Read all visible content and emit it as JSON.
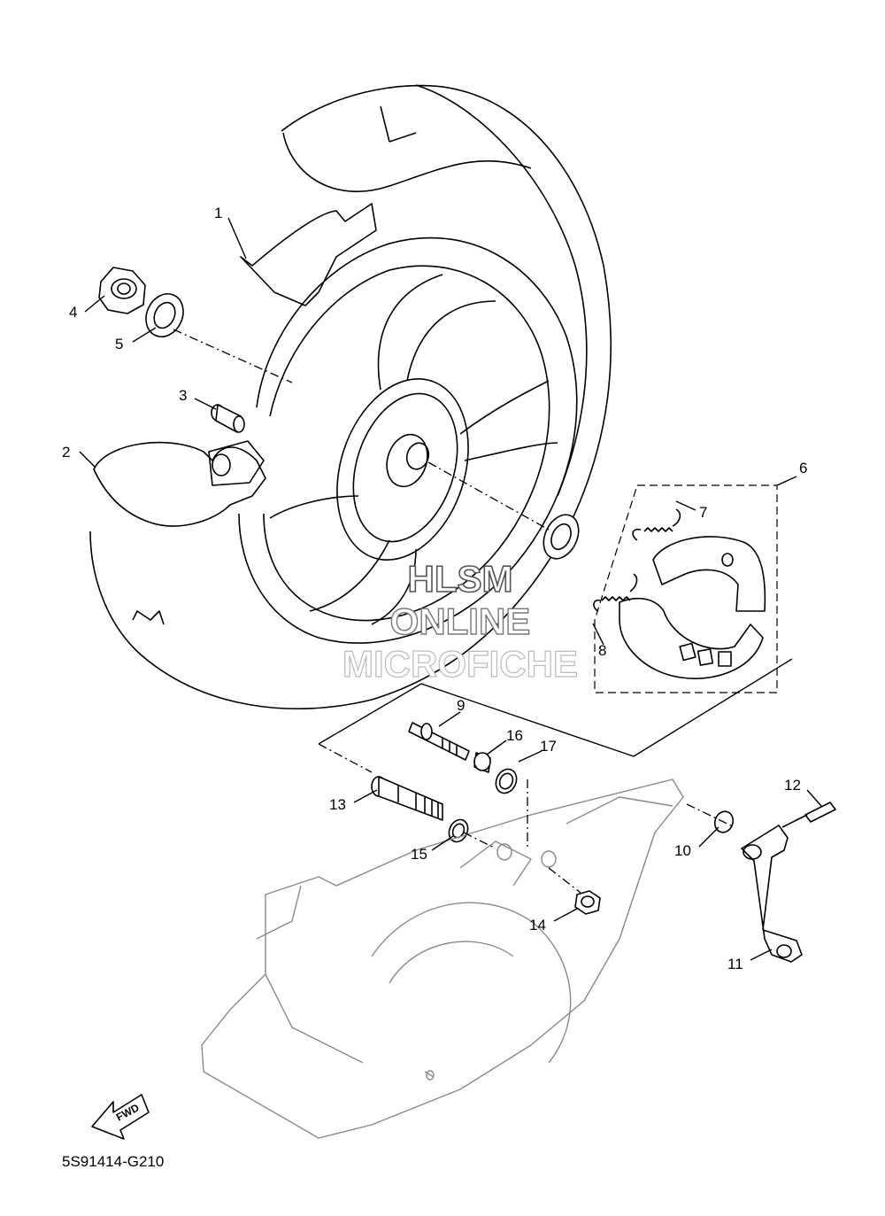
{
  "diagram": {
    "code": "5S91414-G210",
    "fwd_label": "FWD",
    "watermark": [
      "HLSM",
      "ONLINE",
      "MICROFICHE"
    ],
    "callouts": [
      "1",
      "2",
      "3",
      "4",
      "5",
      "6",
      "7",
      "8",
      "9",
      "10",
      "11",
      "12",
      "13",
      "14",
      "15",
      "16",
      "17"
    ]
  }
}
